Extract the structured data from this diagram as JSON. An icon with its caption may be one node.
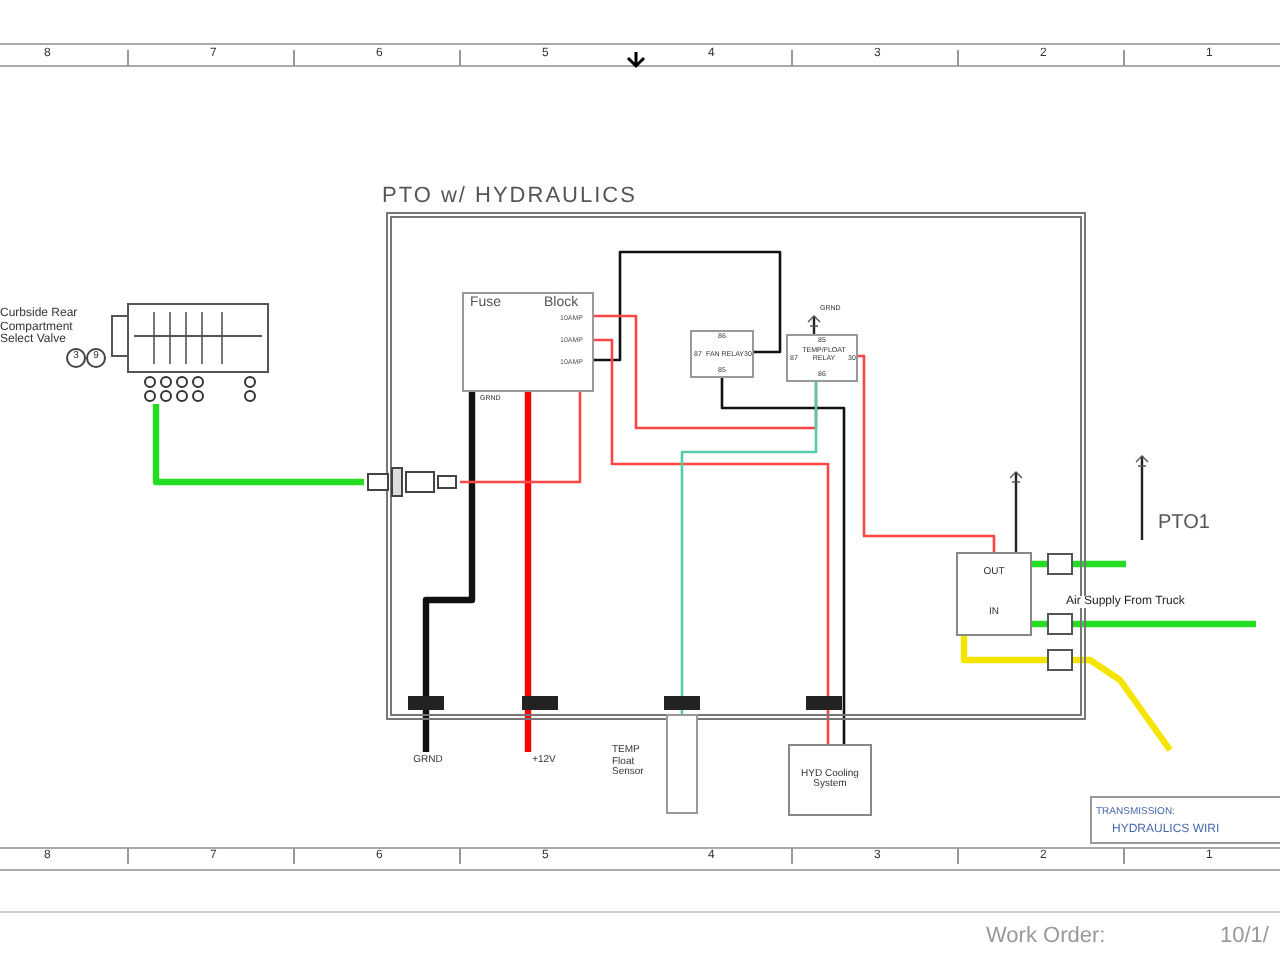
{
  "diagram": {
    "nodes": [
      {
        "text": [
          "PTO w/ HYDRAULICS"
        ]
      },
      {
        "text": [
          "Fuse",
          "Block",
          "10AMP",
          "10AMP",
          "10AMP"
        ],
        "in": 0,
        "beside": [
          "GRND"
        ]
      },
      {
        "text": [
          "86",
          "87",
          "FAN RELAY",
          "30",
          "85"
        ],
        "in": 0
      },
      {
        "text": [
          "85",
          "87",
          "TEMP/FLOAT RELAY",
          "30",
          "86"
        ],
        "in": 0,
        "beside": [
          "GRND"
        ]
      },
      {
        "text": [],
        "shape": "picture",
        "beside": [
          "Curbside Rear Compartment Select Valve",
          "3",
          "9"
        ]
      },
      {
        "text": [],
        "shape": "picture"
      },
      {
        "text": [
          "OUT",
          "IN"
        ],
        "in": 0
      },
      {
        "text": [
          "PTO1"
        ]
      },
      {
        "text": [],
        "shape": "box",
        "beside": [
          "TEMP Float Sensor"
        ]
      },
      {
        "text": [
          "HYD Cooling System"
        ]
      },
      {
        "text": [
          "GRND"
        ]
      },
      {
        "text": [
          "+12V"
        ]
      }
    ],
    "edges": [
      {
        "from": 4,
        "to": 5,
        "arrow": "none",
        "style": "thick",
        "color": "#22dd22"
      },
      {
        "from": 10,
        "to": 1,
        "arrow": "none",
        "style": "thick",
        "color": "#111111"
      },
      {
        "from": 11,
        "to": 1,
        "arrow": "none",
        "style": "thick",
        "color": "#ff0000"
      },
      {
        "from": 1,
        "to": 2,
        "arrow": "none",
        "color": "#111111"
      },
      {
        "from": 1,
        "to": 3,
        "arrow": "none",
        "color": "#ff4444"
      },
      {
        "from": 1,
        "to": 9,
        "arrow": "none",
        "color": "#ff4444"
      },
      {
        "from": 2,
        "to": 9,
        "arrow": "none",
        "color": "#111111"
      },
      {
        "from": 3,
        "to": 8,
        "arrow": "none",
        "color": "#55ccaa"
      },
      {
        "from": 3,
        "to": 6,
        "arrow": "none",
        "color": "#ff4444"
      },
      {
        "from": 5,
        "to": 1,
        "arrow": "none",
        "color": "#ff4444"
      },
      {
        "from": 6,
        "to": 7,
        "arrow": "none",
        "style": "thick",
        "color": "#22dd22"
      },
      {
        "from": null,
        "to": 6,
        "arrow": "none",
        "style": "thick",
        "color": "#22dd22",
        "label": "Air Supply From Truck"
      },
      {
        "from": 6,
        "to": null,
        "arrow": "none",
        "style": "thick",
        "color": "#f5e400"
      }
    ],
    "labels": [
      "8",
      "7",
      "6",
      "5",
      "4",
      "3",
      "2",
      "1",
      "8",
      "7",
      "6",
      "5",
      "4",
      "3",
      "2",
      "1",
      "TRANSMISSION:",
      "HYDRAULICS WIRI",
      "Work Order:",
      "10/1/"
    ]
  }
}
